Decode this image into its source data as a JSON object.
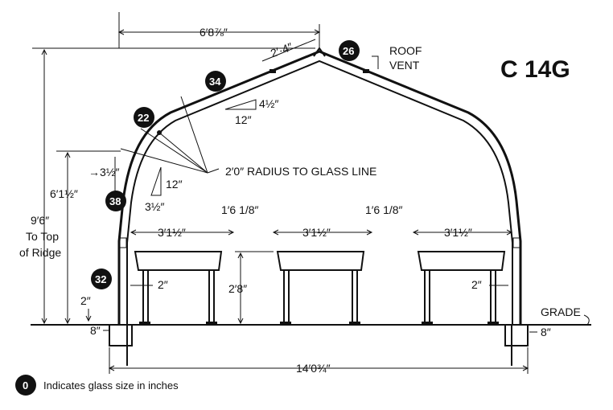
{
  "title": "C 14G",
  "labels": {
    "roof_vent_line1": "ROOF",
    "roof_vent_line2": "VENT",
    "radius": "2′0″ RADIUS TO GLASS LINE",
    "ridge_line1": "To Top",
    "ridge_line2": "of Ridge",
    "grade": "GRADE"
  },
  "dimensions": {
    "half_width": "6′8⅞″",
    "vent_width": "2′·4″",
    "pitch_rise": "4½″",
    "pitch_run": "12″",
    "eave_height": "6′1½″",
    "offset": "→3½″",
    "slope_run": "12″",
    "slope_rise": "3½″",
    "total_height": "9′6″",
    "aisle_left": "1′6 1/8″",
    "aisle_right": "1′6 1/8″",
    "bench_left": "3′1½″",
    "bench_center": "3′1½″",
    "bench_right": "3′1½″",
    "wall_gap_left": "2″",
    "wall_gap_right": "2″",
    "bench_height": "2′8″",
    "sill_height": "2″",
    "footing_left": "8″",
    "footing_right": "8″",
    "overall_width": "14′0¾″"
  },
  "badges": {
    "b26": "26",
    "b34": "34",
    "b22": "22",
    "b38": "38",
    "b32": "32",
    "legend": "0"
  },
  "legend_text": "Indicates glass size in inches",
  "colors": {
    "ink": "#111111",
    "paper": "#ffffff"
  }
}
